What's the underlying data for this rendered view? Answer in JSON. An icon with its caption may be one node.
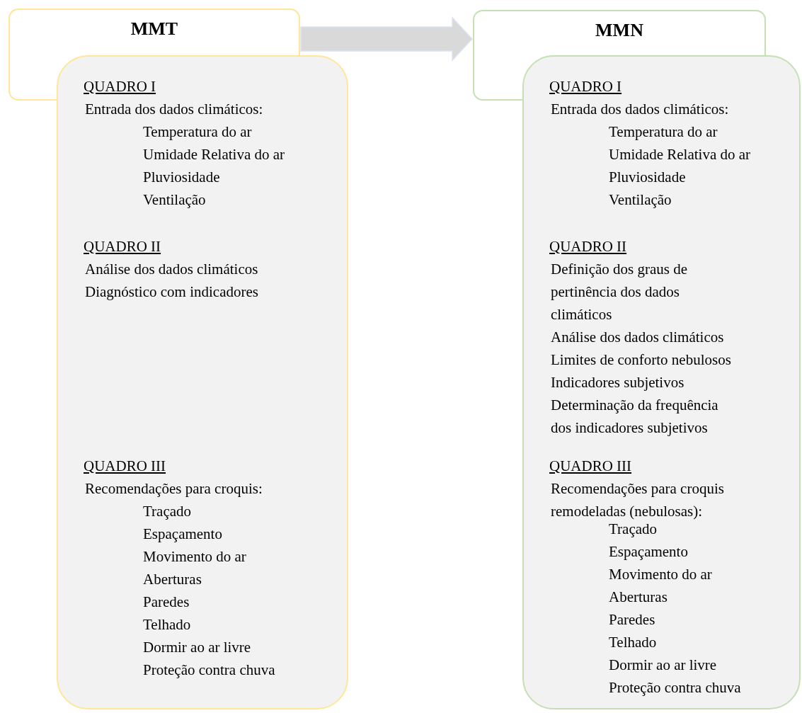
{
  "diagram": {
    "nodes": [
      {
        "text": [
          "MMT"
        ]
      },
      {
        "text": [
          "QUADRO I",
          "Entrada dos dados climáticos:",
          "Temperatura do ar",
          "Umidade Relativa do ar",
          "Pluviosidade",
          "Ventilação",
          "QUADRO II",
          "Análise dos dados climáticos",
          "Diagnóstico com indicadores",
          "QUADRO III",
          "Recomendações para croquis:",
          "Traçado",
          "Espaçamento",
          "Movimento do ar",
          "Aberturas",
          "Paredes",
          "Telhado",
          "Dormir ao ar livre",
          "Proteção contra chuva"
        ]
      },
      {
        "text": [
          "MMN"
        ]
      },
      {
        "text": [
          "QUADRO I",
          "Entrada dos dados climáticos:",
          "Temperatura do ar",
          "Umidade Relativa do ar",
          "Pluviosidade",
          "Ventilação",
          "QUADRO II",
          "Definição dos graus de pertinência dos dados climáticos",
          "Análise dos dados climáticos",
          "Limites de conforto nebulosos",
          "Indicadores subjetivos",
          "Determinação da frequência dos indicadores subjetivos",
          "QUADRO III",
          "Recomendações para croquis remodeladas (nebulosas):",
          "Traçado",
          "Espaçamento",
          "Movimento do ar",
          "Aberturas",
          "Paredes",
          "Telhado",
          "Dormir ao ar livre",
          "Proteção contra chuva"
        ]
      }
    ],
    "edges": [
      {
        "from": 0,
        "to": 2,
        "arrow": "to"
      }
    ]
  }
}
